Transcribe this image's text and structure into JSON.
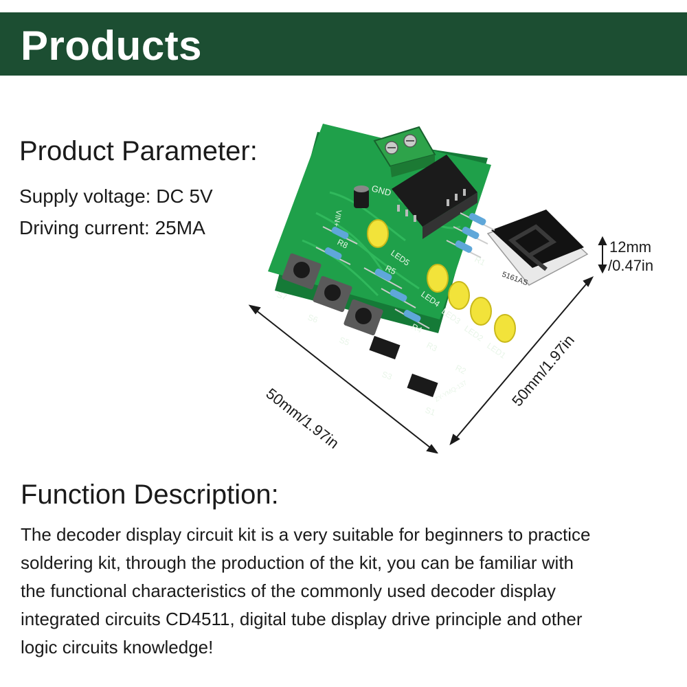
{
  "banner": {
    "title": "Products"
  },
  "parameters": {
    "heading": "Product Parameter:",
    "supply_voltage": "Supply voltage: DC 5V",
    "driving_current": "Driving current: 25MA"
  },
  "dimensions": {
    "width_label": "50mm/1.97in",
    "depth_label": "50mm/1.97in",
    "height_label_line1": "12mm",
    "height_label_line2": "/0.47in"
  },
  "board_labels": {
    "gnd": "GND",
    "vin": "VIN+",
    "display_code": "5161AS",
    "model": "ZY-YMQ-137",
    "s7": "S7",
    "s6": "S6",
    "s5": "S5",
    "s3": "S3",
    "s1": "S1",
    "led1": "LED1",
    "led2": "LED2",
    "led3": "LED3",
    "led4": "LED4",
    "led5": "LED5",
    "r2": "R2",
    "r3": "R3",
    "r4": "R4",
    "r5": "R5",
    "r8": "R8",
    "r1": "R1"
  },
  "function": {
    "heading": "Function Description:",
    "lines": [
      "The decoder display circuit kit is a very suitable for beginners to practice",
      "soldering kit, through the production of the kit, you can be familiar with",
      "the functional characteristics of the commonly used decoder display",
      "integrated circuits CD4511, digital tube display drive principle and other",
      "logic circuits knowledge!"
    ]
  },
  "colors": {
    "banner": "#1c4e32",
    "pcb": "#1fa04a",
    "led": "#f2e33a",
    "terminal": "#2ea34a"
  },
  "icons": [
    "push-button-icon",
    "led-icon",
    "resistor-icon",
    "ic-chip-icon",
    "seven-segment-display-icon",
    "terminal-block-icon",
    "capacitor-icon",
    "jumper-icon",
    "dimension-arrow-icon"
  ]
}
